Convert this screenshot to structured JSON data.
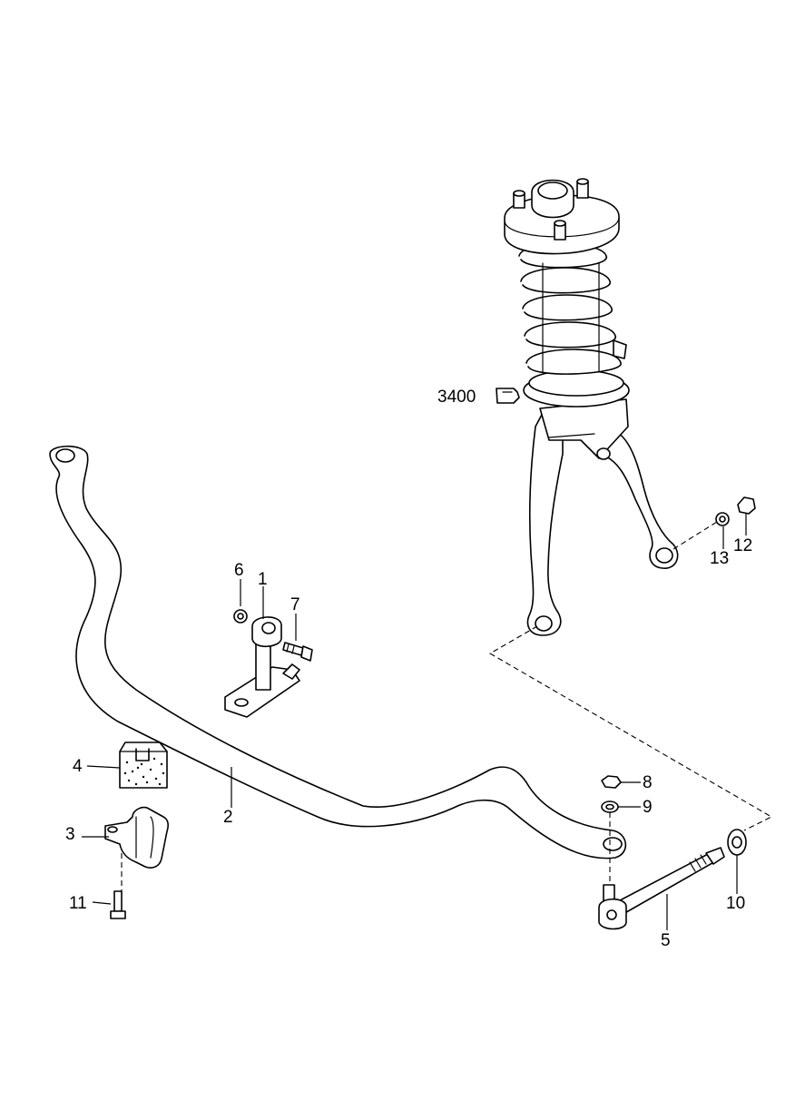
{
  "diagram": {
    "labels": {
      "p1": "1",
      "p2": "2",
      "p3": "3",
      "p4": "4",
      "p5": "5",
      "p6": "6",
      "p7": "7",
      "p8": "8",
      "p9": "9",
      "p10": "10",
      "p11": "11",
      "p12": "12",
      "p13": "13",
      "p3400": "3400"
    }
  }
}
